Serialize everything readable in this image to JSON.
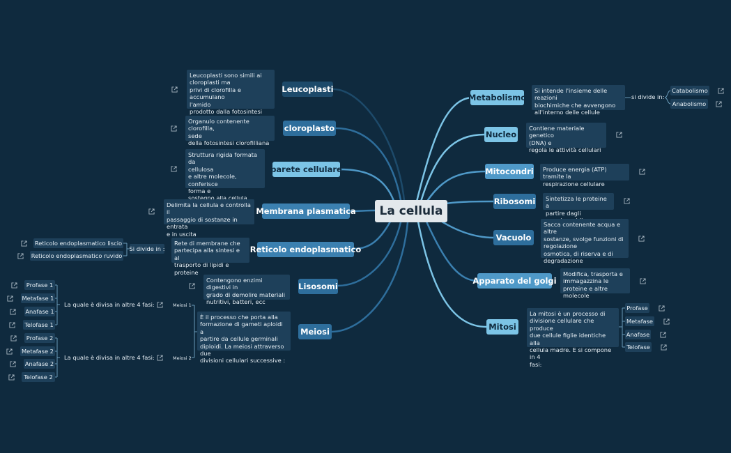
{
  "center": "La cellula",
  "right": {
    "metabolismo": {
      "label": "Metabolismo",
      "note": "Si intende l'insieme delle reazioni\nbiochimiche che avvengono\nall'interno delle cellule",
      "divide": "si divide in:",
      "items": [
        "Catabolismo",
        "Anabolismo"
      ]
    },
    "nucleo": {
      "label": "Nucleo",
      "note": "Contiene materiale genetico\n(DNA) e\nregola le attività cellulari"
    },
    "mitocondri": {
      "label": "Mitocondri",
      "note": "Produce energia (ATP) tramite la\nrespirazione cellulare"
    },
    "ribosomi": {
      "label": "Ribosomi",
      "note": "Sintetizza le proteine a\npartire dagli amminoacidi"
    },
    "vacuolo": {
      "label": "Vacuolo",
      "note": "Sacca contenente acqua e altre\nsostanze, svolge funzioni di\nregolazione\nosmotica, di riserva e di\ndegradazione"
    },
    "golgi": {
      "label": "Apparato del golgi",
      "note": "Modifica, trasporta e\nimmagazzina le\nproteine e altre molecole"
    },
    "mitosi": {
      "label": "Mitosi",
      "note": "La mitosi è un processo di\ndivisione cellulare che produce\ndue cellule figlie identiche alla\ncellula madre. E si compone in 4\nfasi:",
      "phases": [
        "Profase",
        "Metafase",
        "Anafase",
        "Telofase"
      ]
    }
  },
  "left": {
    "leucoplasti": {
      "label": "Leucoplasti",
      "note": "Leucoplasti sono simili ai\ncloroplasti ma\nprivi di clorofilla e accumulano\nl'amido\nprodotto dalla fotosintesi"
    },
    "cloroplasto": {
      "label": "cloroplasto",
      "note": "Organulo contenente clorofilla,\nsede\ndella fotosintesi clorofilliana"
    },
    "parete": {
      "label": "parete cellulare",
      "note": "Struttura rigida formata da\ncellulosa\ne altre molecole, conferisce\nforma e\nsostegno alla cellula"
    },
    "membrana": {
      "label": "Membrana plasmatica",
      "note": "Delimita la cellula e controlla il\npassaggio di sostanze in entrata\ne in uscita"
    },
    "reticolo": {
      "label": "Reticolo endoplasmatico",
      "note": "Rete di membrane che\npartecipa alla sintesi e al\ntrasporto di lipidi e proteine",
      "divide": "Si divide in :",
      "items": [
        "Reticolo endoplasmatico liscio",
        "Reticolo endoplasmatico ruvido"
      ]
    },
    "lisosomi": {
      "label": "Lisosomi",
      "note": "Contengono enzimi digestivi in\ngrado di demolire materiali\nnutritivi, batteri, ecc"
    },
    "meiosi": {
      "label": "Meiosi",
      "note": "È il processo che porta alla\nformazione di gameti aploidi a\npartire da cellule germinali\ndiploidi. La meiosi attraverso due\ndivisioni cellulari successive :",
      "m1": "Meiosi 1",
      "m2": "Meiosi 2",
      "divided": "La quale è divisa in altre 4 fasi:",
      "phases1": [
        "Profase 1",
        "Metafase 1",
        "Anafase 1",
        "Telofase 1"
      ],
      "phases2": [
        "Profase 2",
        "Metafase 2",
        "Anafase 2",
        "Telofase 2"
      ]
    }
  }
}
